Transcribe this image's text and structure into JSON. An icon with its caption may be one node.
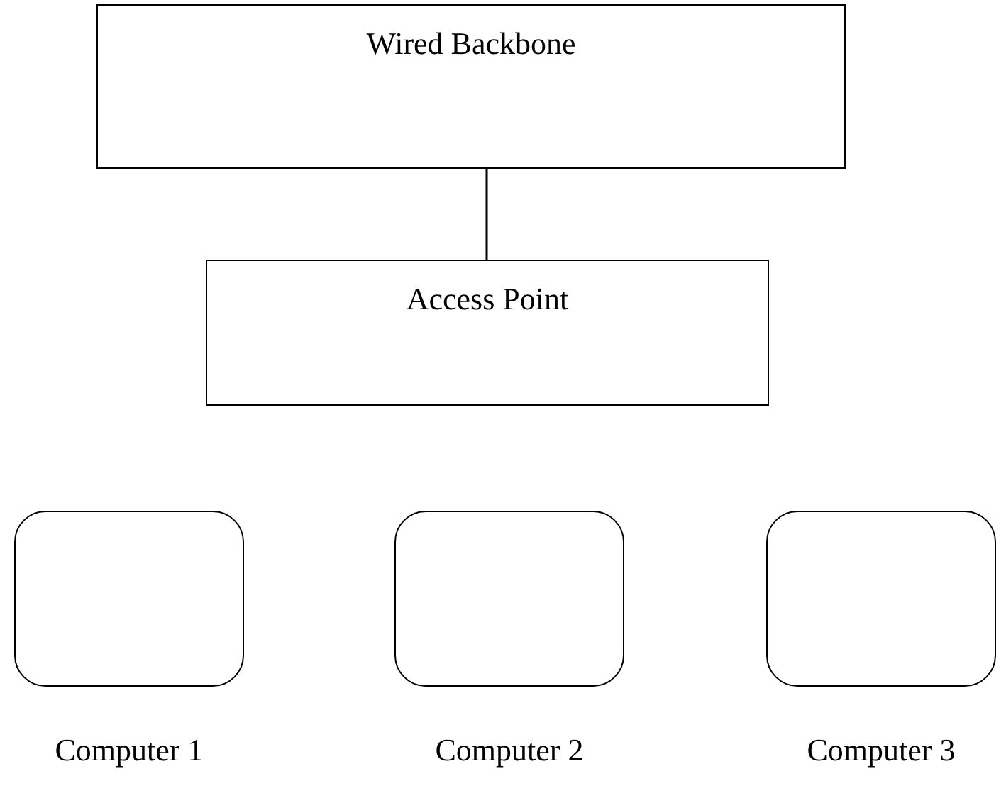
{
  "diagram": {
    "nodes": [
      {
        "text": [
          "Wired Backbone"
        ]
      },
      {
        "text": [
          "Access Point"
        ]
      },
      {
        "text": [],
        "shape": "box",
        "beside": [
          "Computer 1"
        ]
      },
      {
        "text": [],
        "shape": "box",
        "beside": [
          "Computer 2"
        ]
      },
      {
        "text": [],
        "shape": "box",
        "beside": [
          "Computer 3"
        ]
      }
    ],
    "edges": [
      {
        "from": 0,
        "to": 1,
        "arrow": "none"
      }
    ]
  }
}
